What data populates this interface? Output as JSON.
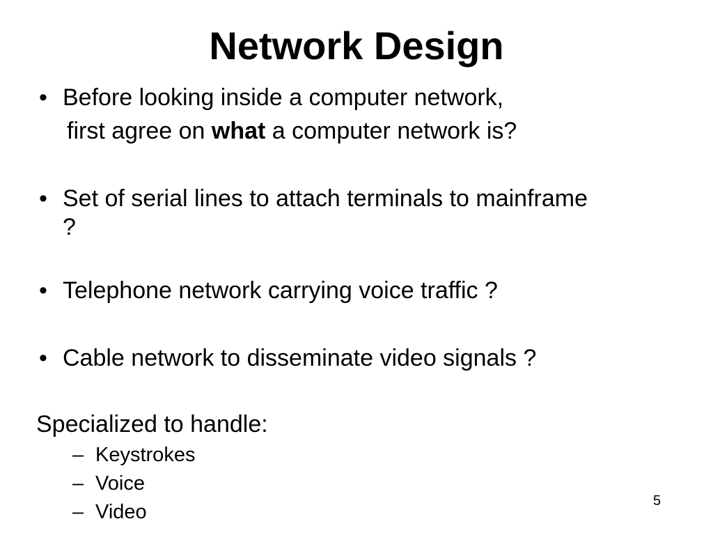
{
  "slide": {
    "title": "Network Design",
    "bullets": [
      {
        "marker": "•",
        "line1": "Before looking inside a computer network,",
        "line2_pre": "first agree on ",
        "line2_bold": "what",
        "line2_post": " a computer network is?"
      },
      {
        "marker": "•",
        "line1": "Set of serial lines to attach  terminals to mainframe",
        "line2": "?"
      },
      {
        "marker": "•",
        "line1": "Telephone network carrying voice traffic ?"
      },
      {
        "marker": "•",
        "line1": "Cable network to disseminate video signals ?"
      }
    ],
    "specialized_heading": "Specialized to handle:",
    "sub_items": [
      {
        "marker": "–",
        "label": "Keystrokes"
      },
      {
        "marker": "–",
        "label": "Voice"
      },
      {
        "marker": "–",
        "label": "Video"
      }
    ],
    "page_number": "5"
  }
}
